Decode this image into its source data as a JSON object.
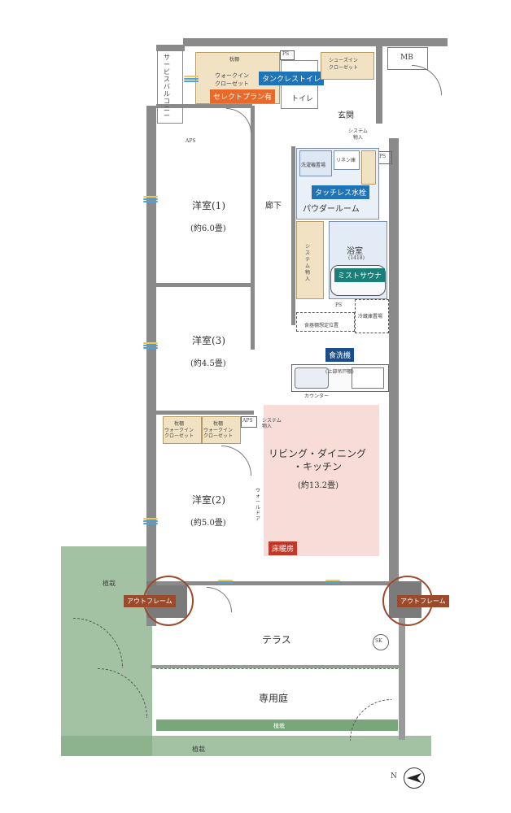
{
  "labels": {
    "walk_in_closet_1": "ウォークイン\nクローゼット",
    "shelf_top": "枕棚",
    "service_balcony": "サービスバルコニー",
    "mb": "MB",
    "ps_top": "PS",
    "tankless_toilet": "タンクレストイレ",
    "toilet": "トイレ",
    "select_plan": "セレクトプラン有",
    "shoes_in_closet": "シューズイン\nクローゼット",
    "entrance": "玄関",
    "system_storage_entrance": "システム\n物入",
    "ps_right": "PS",
    "aps_top": "APS",
    "laundry": "洗濯機置場",
    "linen": "リネン庫",
    "touchless_faucet": "タッチレス水栓",
    "powder_room": "パウダールーム",
    "corridor": "廊下",
    "western_room_1": "洋室(1)",
    "western_room_1_size": "(約6.0畳)",
    "bath": "浴室",
    "bath_size": "(1418)",
    "mist_sauna": "ミストサウナ",
    "system_storage_corridor": "システム物入",
    "ps_mid": "PS",
    "fridge": "冷蔵庫置場",
    "cupboard": "食器棚想定位置",
    "western_room_3": "洋室(3)",
    "western_room_3_size": "(約4.5畳)",
    "dishwasher": "食洗機",
    "upper_cabinet": "(上部吊戸棚)",
    "counter": "カウンター",
    "shelf_left": "枕棚",
    "walk_in_closet_2": "ウォークイン\nクローゼット",
    "shelf_mid": "枕棚",
    "walk_in_closet_3": "ウォークイン\nクローゼット",
    "aps_mid": "APS",
    "system_storage_ldk": "システム\n物入",
    "ldk": "リビング・ダイニング\n・キッチン",
    "ldk_size": "(約13.2畳)",
    "western_room_2": "洋室(2)",
    "western_room_2_size": "(約5.0畳)",
    "wall_door": "ウォールドア",
    "floor_heating": "床暖房",
    "planting_left": "植栽",
    "out_frame_left": "アウトフレーム",
    "out_frame_right": "アウトフレーム",
    "terrace": "テラス",
    "sk": "SK",
    "private_garden": "専用庭",
    "planting_garden": "植栽",
    "planting_bottom": "植栽",
    "north": "N"
  },
  "colors": {
    "wall": "#8a8a8a",
    "closet": "#f1e2c4",
    "ldk_fill": "#f8dcd8",
    "tankless_badge": "#1f73b7",
    "select_badge": "#e86a2b",
    "touchless_badge": "#1f73b7",
    "sauna_badge": "#1a7f78",
    "dishwasher_badge": "#1a4e8a",
    "floor_heat_badge": "#c0392b",
    "outframe_badge": "#9b4a2c",
    "garden": "#6e9c6f"
  }
}
